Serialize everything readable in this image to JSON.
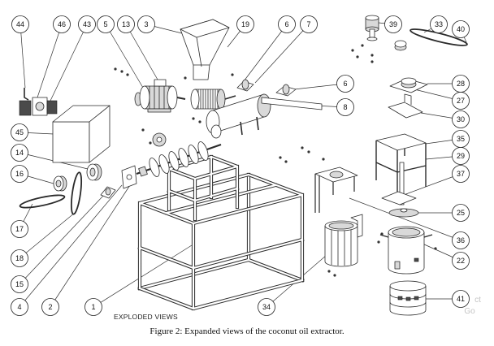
{
  "figure": {
    "callouts": [
      "44",
      "46",
      "43",
      "5",
      "13",
      "3",
      "19",
      "6",
      "7",
      "39",
      "33",
      "40",
      "6",
      "28",
      "27",
      "8",
      "30",
      "45",
      "35",
      "14",
      "29",
      "16",
      "37",
      "17",
      "25",
      "18",
      "36",
      "15",
      "22",
      "4",
      "2",
      "1",
      "34",
      "41"
    ],
    "view_title": "EXPLODED VIEWS",
    "caption": "Figure 2: Expanded views of the coconut oil extractor.",
    "watermark": [
      "ct",
      "Go"
    ]
  }
}
